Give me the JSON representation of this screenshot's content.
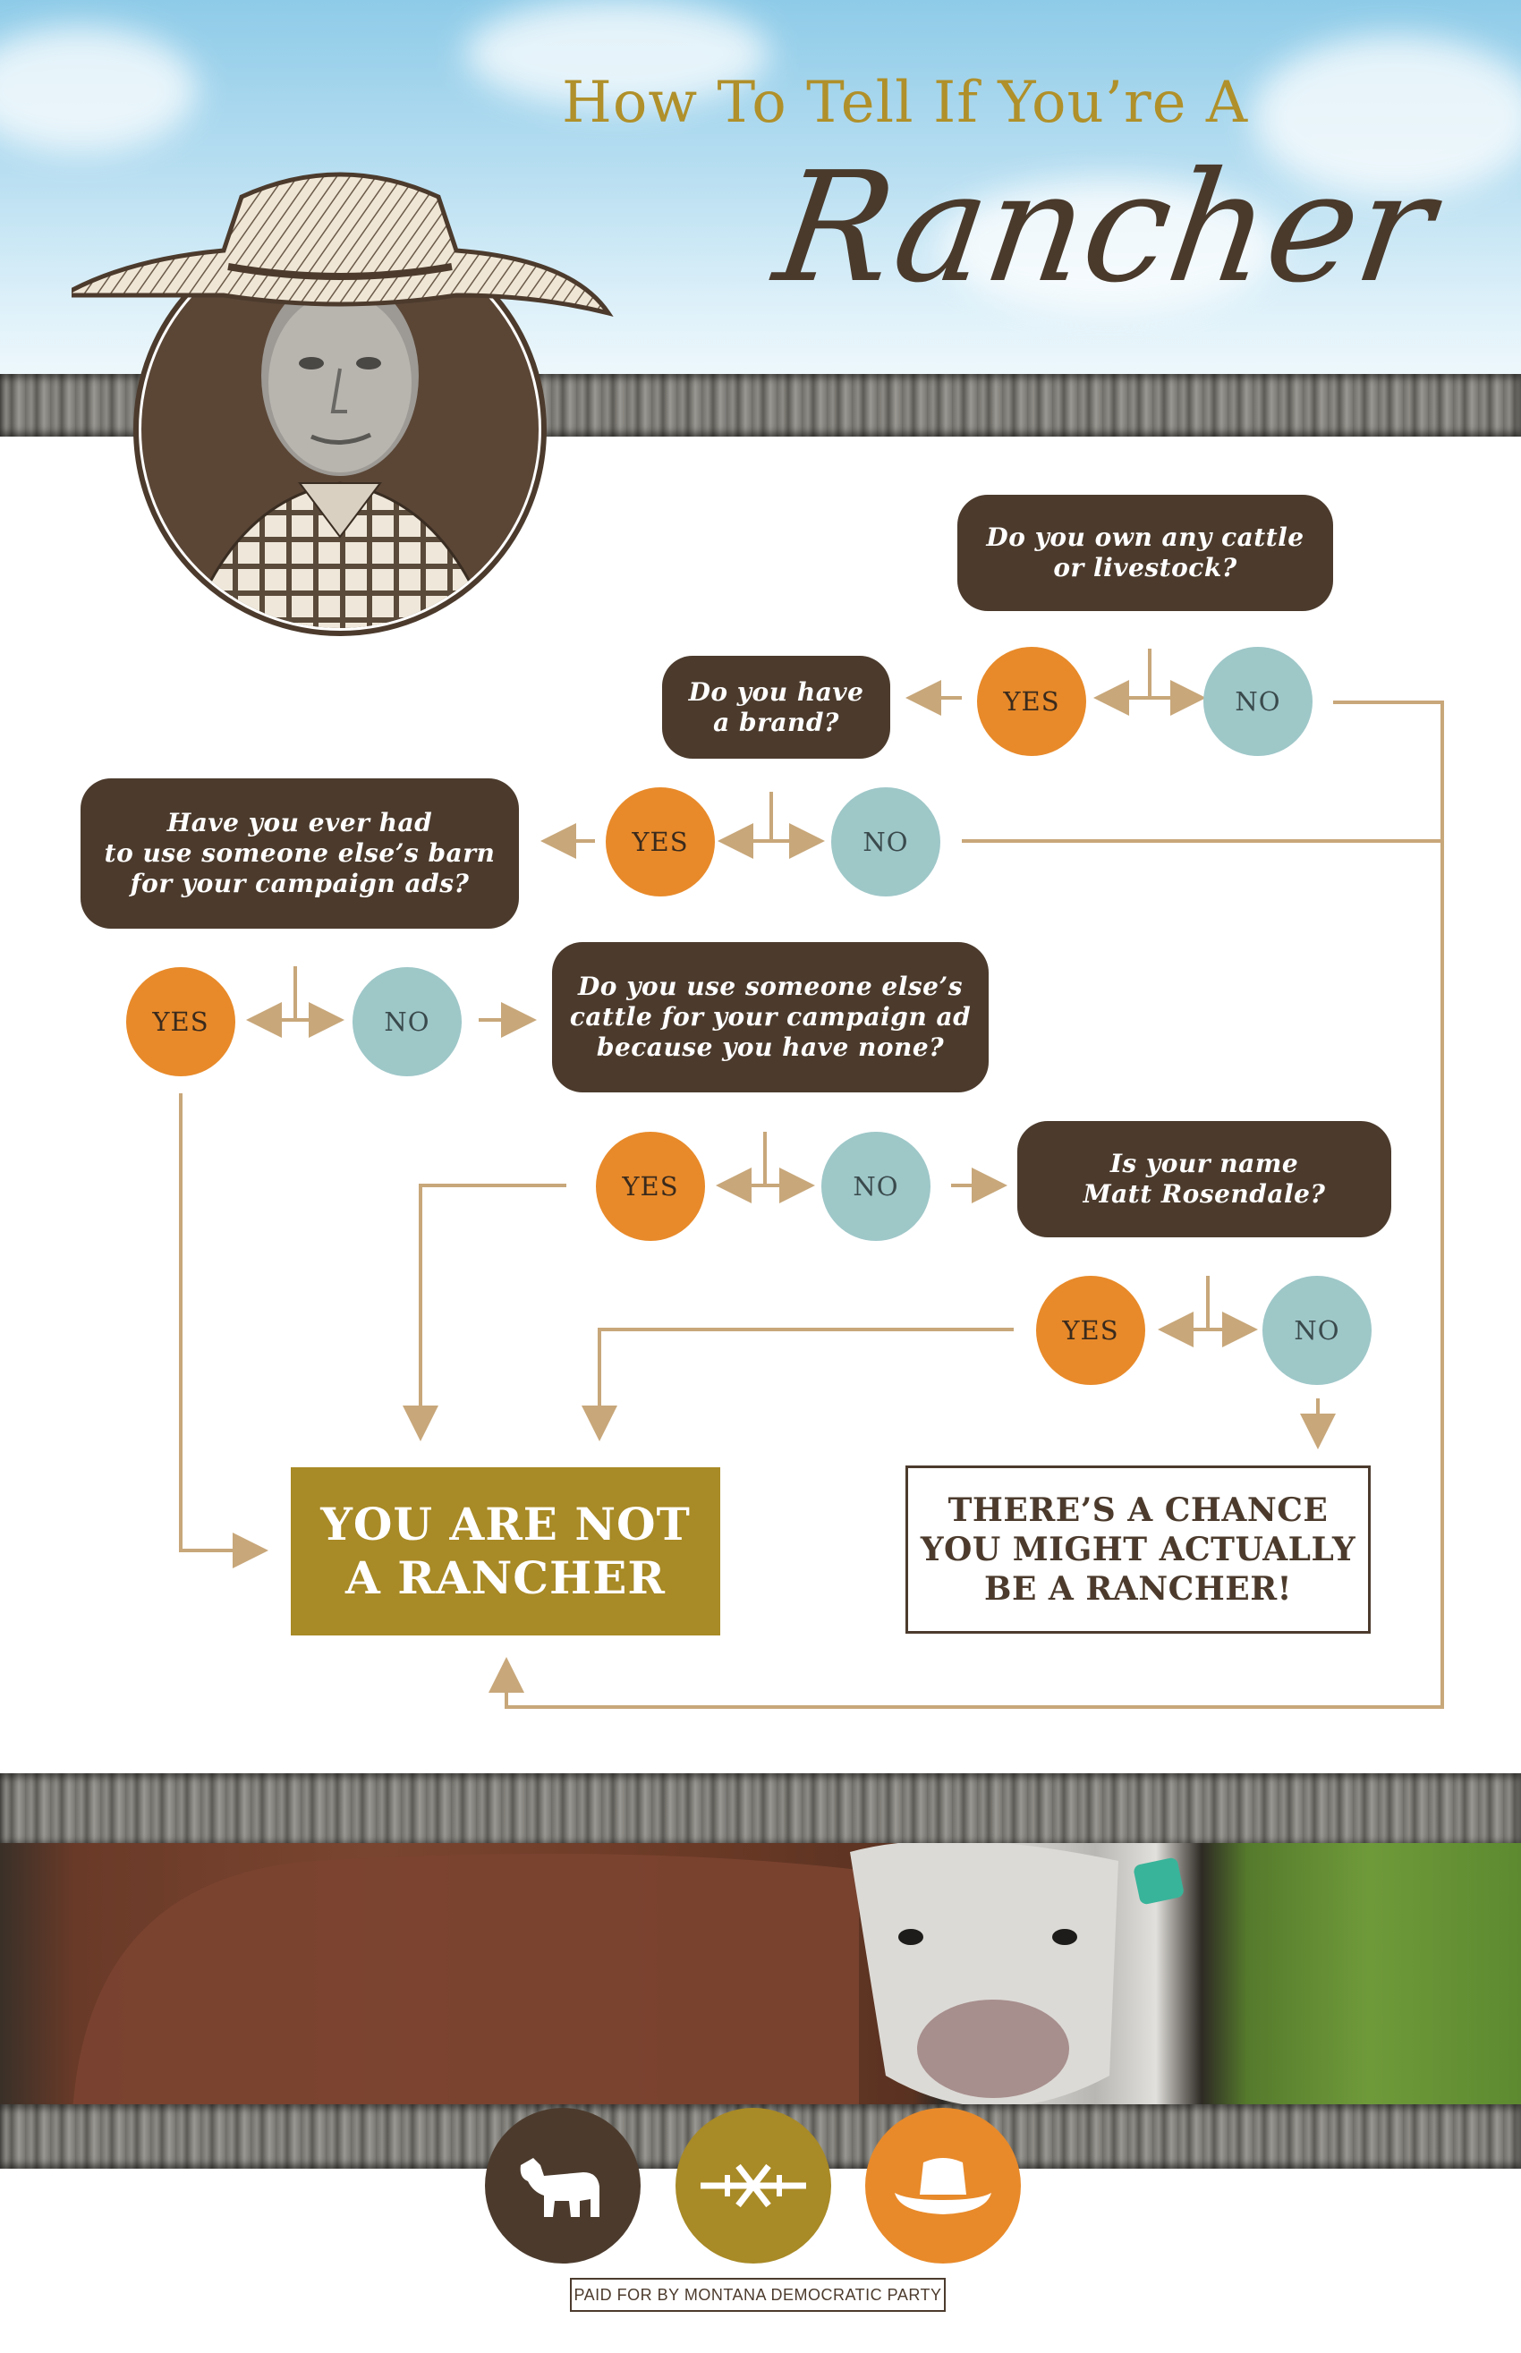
{
  "header": {
    "title_line1": "How To Tell If You’re A",
    "title_line2": "Rancher"
  },
  "flow": {
    "q1": "Do you own any cattle or livestock?",
    "q1_lines": [
      "Do you own any cattle",
      "or livestock?"
    ],
    "q2_lines": [
      "Do you have",
      "a brand?"
    ],
    "q3_lines": [
      "Have you ever had",
      "to use someone else’s barn",
      "for your campaign ads?"
    ],
    "q4_lines": [
      "Do you use someone else’s",
      "cattle for your campaign ad",
      "because you have none?"
    ],
    "q5_lines": [
      "Is your name",
      "Matt Rosendale?"
    ],
    "yes": "YES",
    "no": "NO",
    "outcome_not": [
      "YOU ARE NOT",
      "A RANCHER"
    ],
    "outcome_chance": [
      "THERE’S A CHANCE",
      "YOU MIGHT ACTUALLY",
      "BE A RANCHER!"
    ]
  },
  "colors": {
    "dark_brown": "#4c3b2d",
    "orange": "#e88a2a",
    "teal": "#9ec7c8",
    "gold": "#a88a26",
    "connector": "#c8a77a"
  },
  "badges": [
    "cow-icon",
    "barbed-wire-icon",
    "cowboy-hat-icon"
  ],
  "footer": "PAID FOR BY MONTANA DEMOCRATIC PARTY"
}
